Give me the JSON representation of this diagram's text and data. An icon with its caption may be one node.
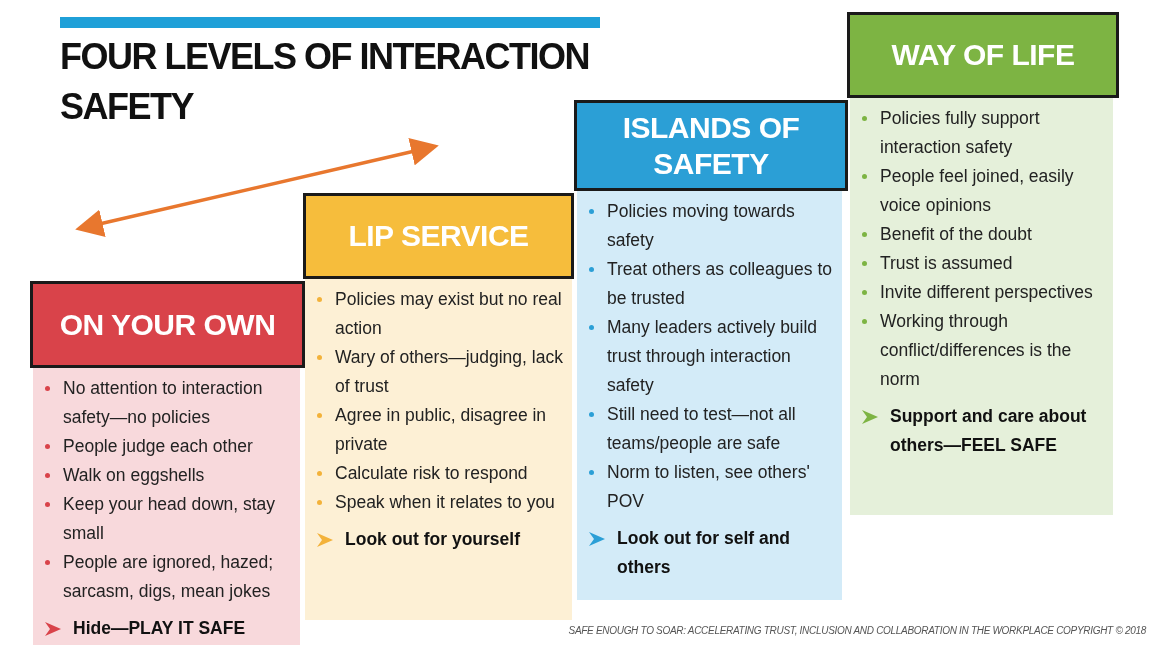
{
  "diagram": {
    "title": "FOUR LEVELS OF INTERACTION SAFETY",
    "caption": "SAFE ENOUGH TO SOAR: ACCELERATING TRUST, INCLUSION AND COLLABORATION IN THE WORKPLACE COPYRIGHT © 2018",
    "nodes": [
      {
        "text": [
          "ON YOUR OWN"
        ]
      },
      {
        "text": [
          "No attention to interaction safety—no policies",
          "People judge each other",
          "Walk on eggshells",
          "Keep your head down, stay small",
          "People are ignored, hazed; sarcasm, digs, mean jokes",
          "Hide—PLAY IT SAFE"
        ]
      },
      {
        "text": [
          "LIP SERVICE"
        ]
      },
      {
        "text": [
          "Policies may exist but no real action",
          "Wary of others—judging, lack of trust",
          "Agree in public, disagree in private",
          "Calculate risk to respond",
          "Speak when it relates to you",
          "Look out for yourself"
        ]
      },
      {
        "text": [
          "ISLANDS OF SAFETY"
        ]
      },
      {
        "text": [
          "Policies moving towards safety",
          "Treat others as colleagues to be trusted",
          "Many leaders actively build trust through interaction safety",
          "Still need to test—not all teams/people are safe",
          "Norm to listen, see others' POV",
          "Look out for self and others"
        ]
      },
      {
        "text": [
          "WAY OF LIFE"
        ]
      },
      {
        "text": [
          "Policies fully support interaction safety",
          "People feel joined, easily voice opinions",
          "Benefit of the doubt",
          "Trust is assumed",
          "Invite different perspectives",
          "Working through conflict/differences is the norm",
          "Support and care about others—FEEL SAFE"
        ]
      }
    ],
    "edges": []
  }
}
